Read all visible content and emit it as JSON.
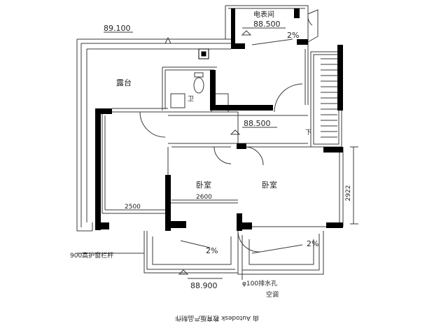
{
  "labels": {
    "balcony": "露台",
    "bedroom_left": "卧室",
    "bedroom_right": "卧室",
    "meter_room": "电表间",
    "toilet_mark": "卫",
    "stair_down": "下",
    "drain": "φ100排水孔",
    "guardrail": "900高护窗栏杆",
    "aircon": "空调",
    "footer": "由 Autodesk 教育版产品制作"
  },
  "elevations": {
    "top_left": "89.100",
    "top_right": "88.500",
    "corridor": "88.500",
    "bottom": "88.900"
  },
  "slopes": {
    "meter_room": "2%",
    "bottom_left": "2%",
    "bottom_right": "2%"
  },
  "dimensions": {
    "left_bedroom_width": "2500",
    "mid_bedroom_width": "2600",
    "right_depth": "2922"
  },
  "colors": {
    "wall": "#000000",
    "line": "#3a3a3a"
  }
}
